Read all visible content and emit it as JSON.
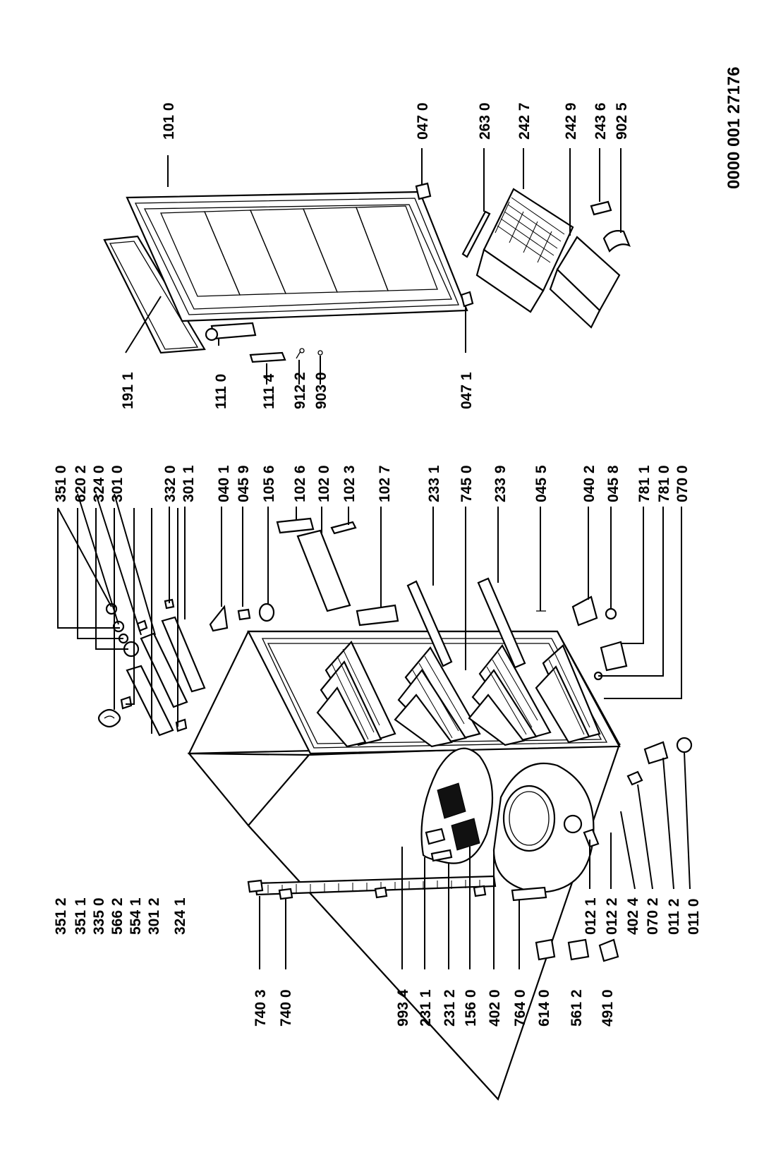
{
  "document_number": "0000 001 27176",
  "labels": {
    "top_row": [
      "351 0",
      "620 2",
      "324 0",
      "301 0",
      "332 0",
      "301 1",
      "040 1",
      "045 9",
      "105 6",
      "102 6",
      "102 0",
      "102 3",
      "102 7",
      "233 1",
      "745 0",
      "233 9",
      "045 5",
      "040 2",
      "045 8",
      "781 1",
      "781 0",
      "070 0"
    ],
    "left_column": [
      "351 2",
      "351 1",
      "335 0",
      "566 2",
      "554 1",
      "301 2",
      "324 1"
    ],
    "bottom_row": [
      "740 3",
      "740 0",
      "993 4",
      "231 1",
      "231 2",
      "156 0",
      "402 0",
      "764 0",
      "614 0",
      "561 2",
      "491 0"
    ],
    "bottom_right": [
      "012 1",
      "012 2",
      "402 4",
      "070 2",
      "011 2",
      "011 0"
    ],
    "door_group": [
      "191 1",
      "111 0",
      "111 4",
      "912 2",
      "903 0",
      "047 1"
    ],
    "door_top": [
      "101 0",
      "047 0",
      "263 0",
      "242 7",
      "242 9",
      "243 6",
      "902 5"
    ]
  }
}
